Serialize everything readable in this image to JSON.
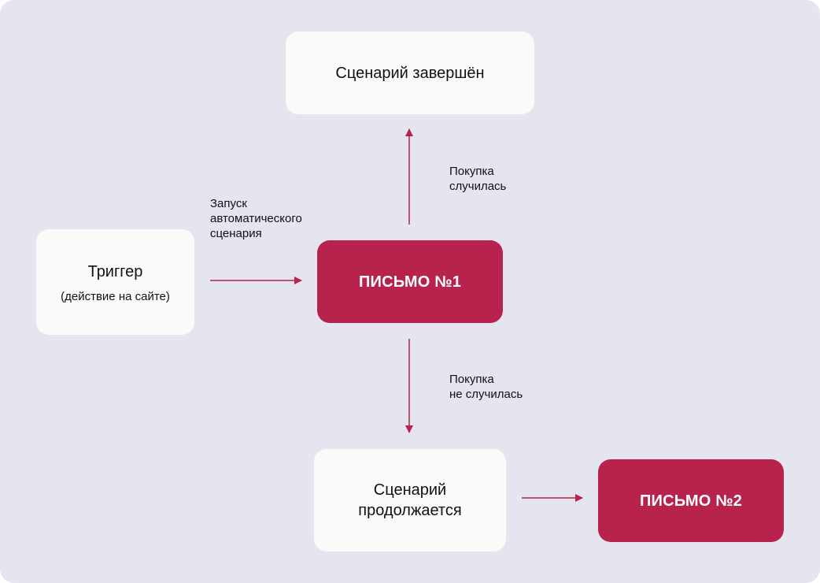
{
  "colors": {
    "background": "#e5e5ef",
    "box": "#fbfaf8",
    "accent": "#b7234d",
    "arrow": "#b7234d"
  },
  "nodes": {
    "trigger": {
      "title": "Триггер",
      "subtitle": "(действие на сайте)"
    },
    "letter1": {
      "title": "ПИСЬМО №1"
    },
    "done": {
      "title": "Сценарий завершён"
    },
    "continues": {
      "title": "Сценарий\nпродолжается"
    },
    "letter2": {
      "title": "ПИСЬМО №2"
    }
  },
  "edges": {
    "trigger_to_letter1": {
      "label": "Запуск\nавтоматического\nсценария"
    },
    "letter1_to_done": {
      "label": "Покупка\nслучилась"
    },
    "letter1_to_continues": {
      "label": "Покупка\nне случилась"
    }
  }
}
